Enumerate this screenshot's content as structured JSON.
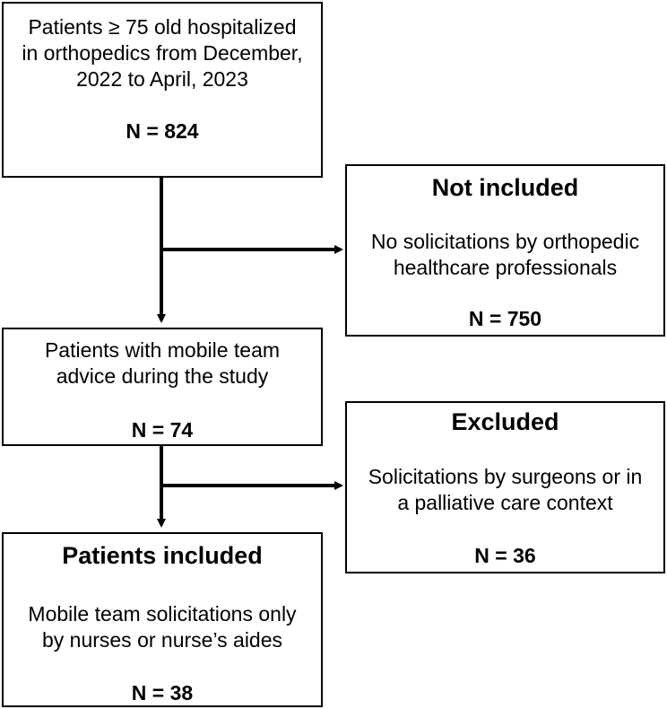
{
  "flowchart": {
    "population": {
      "lines": [
        "Patients ≥ 75 old hospitalized",
        "in orthopedics from December,",
        "2022 to April, 2023"
      ],
      "n": "N = 824"
    },
    "not_included": {
      "title": "Not included",
      "lines": [
        "No solicitations by orthopedic",
        "healthcare professionals"
      ],
      "n": "N = 750"
    },
    "mobile_team": {
      "lines": [
        "Patients with mobile team",
        "advice during the study"
      ],
      "n": "N = 74"
    },
    "excluded": {
      "title": "Excluded",
      "lines": [
        "Solicitations by surgeons or in",
        "a palliative care context"
      ],
      "n": "N = 36"
    },
    "included": {
      "title": "Patients included",
      "lines": [
        "Mobile team solicitations only",
        "by nurses or nurse’s aides"
      ],
      "n": "N = 38"
    }
  }
}
